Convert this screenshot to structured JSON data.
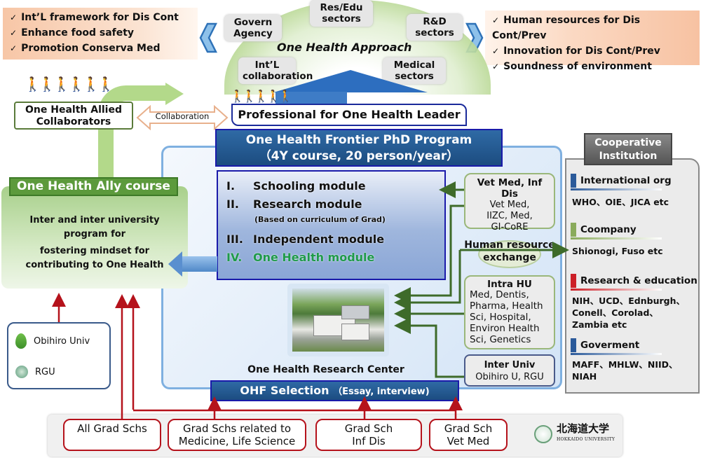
{
  "goals_left": {
    "items": [
      "Int’L framework for Dis Cont",
      "Enhance food safety",
      "Promotion Conserva Med"
    ],
    "check_icon": "✓"
  },
  "goals_right": {
    "items": [
      "Human resources for Dis Cont/Prev",
      "Innovation for Dis Cont/Prev",
      "Soundness of  environment"
    ],
    "check_icon": "✓"
  },
  "approach": {
    "title": "One Health Approach",
    "sectors": {
      "govern": [
        "Govern",
        "Agency"
      ],
      "resedu": [
        "Res/Edu",
        "sectors"
      ],
      "rnd": [
        "R&D",
        "sectors"
      ],
      "intl": [
        "Int’L",
        "collaboration"
      ],
      "medical": [
        "Medical",
        "sectors"
      ]
    }
  },
  "allied": {
    "line1": "One Health Allied",
    "line2": "Collaborators",
    "collaboration_label": "Collaboration"
  },
  "professional": "Professional for One Health Leader",
  "program": {
    "title": "One Health Frontier PhD Program",
    "subtitle": "（4Y course, 20 person/year）"
  },
  "modules": [
    {
      "num": "I.",
      "label": "Schooling module"
    },
    {
      "num": "II.",
      "label": "Research module"
    },
    {
      "num": "",
      "label": "(Based on curriculum of Grad)"
    },
    {
      "num": "III.",
      "label": "Independent module"
    },
    {
      "num": "IV.",
      "label": "One Health module"
    }
  ],
  "ally_course": {
    "title": "One Health Ally course",
    "lines": [
      "Inter and inter university",
      "program for",
      "fostering mindset for",
      "contributing to One Health"
    ]
  },
  "partners": {
    "vet_med": {
      "title": "Vet Med, Inf Dis",
      "lines": [
        "Vet Med,",
        "IIZC, Med,",
        "GI-CoRE"
      ]
    },
    "hre": [
      "Human resource",
      "exchange"
    ],
    "intra_hu": {
      "title": "Intra HU",
      "lines": [
        "Med, Dentis,",
        "Pharma, Health",
        "Sci, Hospital,",
        "Environ Health",
        "Sci, Genetics"
      ]
    },
    "inter_univ": {
      "title": "Inter Univ",
      "line": "Obihiro U, RGU"
    }
  },
  "research_center": "One Health Research Center",
  "selection": {
    "title": "OHF Selection",
    "detail": "（Essay, interview)"
  },
  "cooperative": {
    "title": [
      "Cooperative",
      "Institution"
    ],
    "categories": [
      {
        "name": "International org",
        "color": "#2b5a9a",
        "items": [
          "WHO、OIE、JICA etc"
        ]
      },
      {
        "name": "Coompany",
        "color": "#8aab5c",
        "items": [
          "Shionogi, Fuso etc"
        ]
      },
      {
        "name": "Research & education",
        "color": "#cc1f27",
        "items": [
          "NIH、UCD、Ednburgh、",
          "Conell、Corolad、",
          "Zambia etc"
        ]
      },
      {
        "name": "Goverment",
        "color": "#2b5a9a",
        "items": [
          "MAFF、MHLW、NIID、",
          "NIAH"
        ]
      }
    ]
  },
  "universities": [
    {
      "name": "Obihiro Univ",
      "icon": "leaf-logo-icon"
    },
    {
      "name": "RGU",
      "icon": "seal-logo-icon"
    }
  ],
  "schools": [
    {
      "lines": [
        "All Grad Schs",
        ""
      ]
    },
    {
      "lines": [
        "Grad Schs related to",
        "Medicine, Life Science"
      ]
    },
    {
      "lines": [
        "Grad Sch",
        "Inf Dis"
      ]
    },
    {
      "lines": [
        "Grad Sch",
        "Vet Med"
      ]
    }
  ],
  "hokkaido": {
    "jp": "北海道大学",
    "en": "HOKKAIDO UNIVERSITY"
  },
  "colors": {
    "red_line": "#b5121b",
    "green_line": "#3e6b2a",
    "navy": "#1c4c80"
  }
}
